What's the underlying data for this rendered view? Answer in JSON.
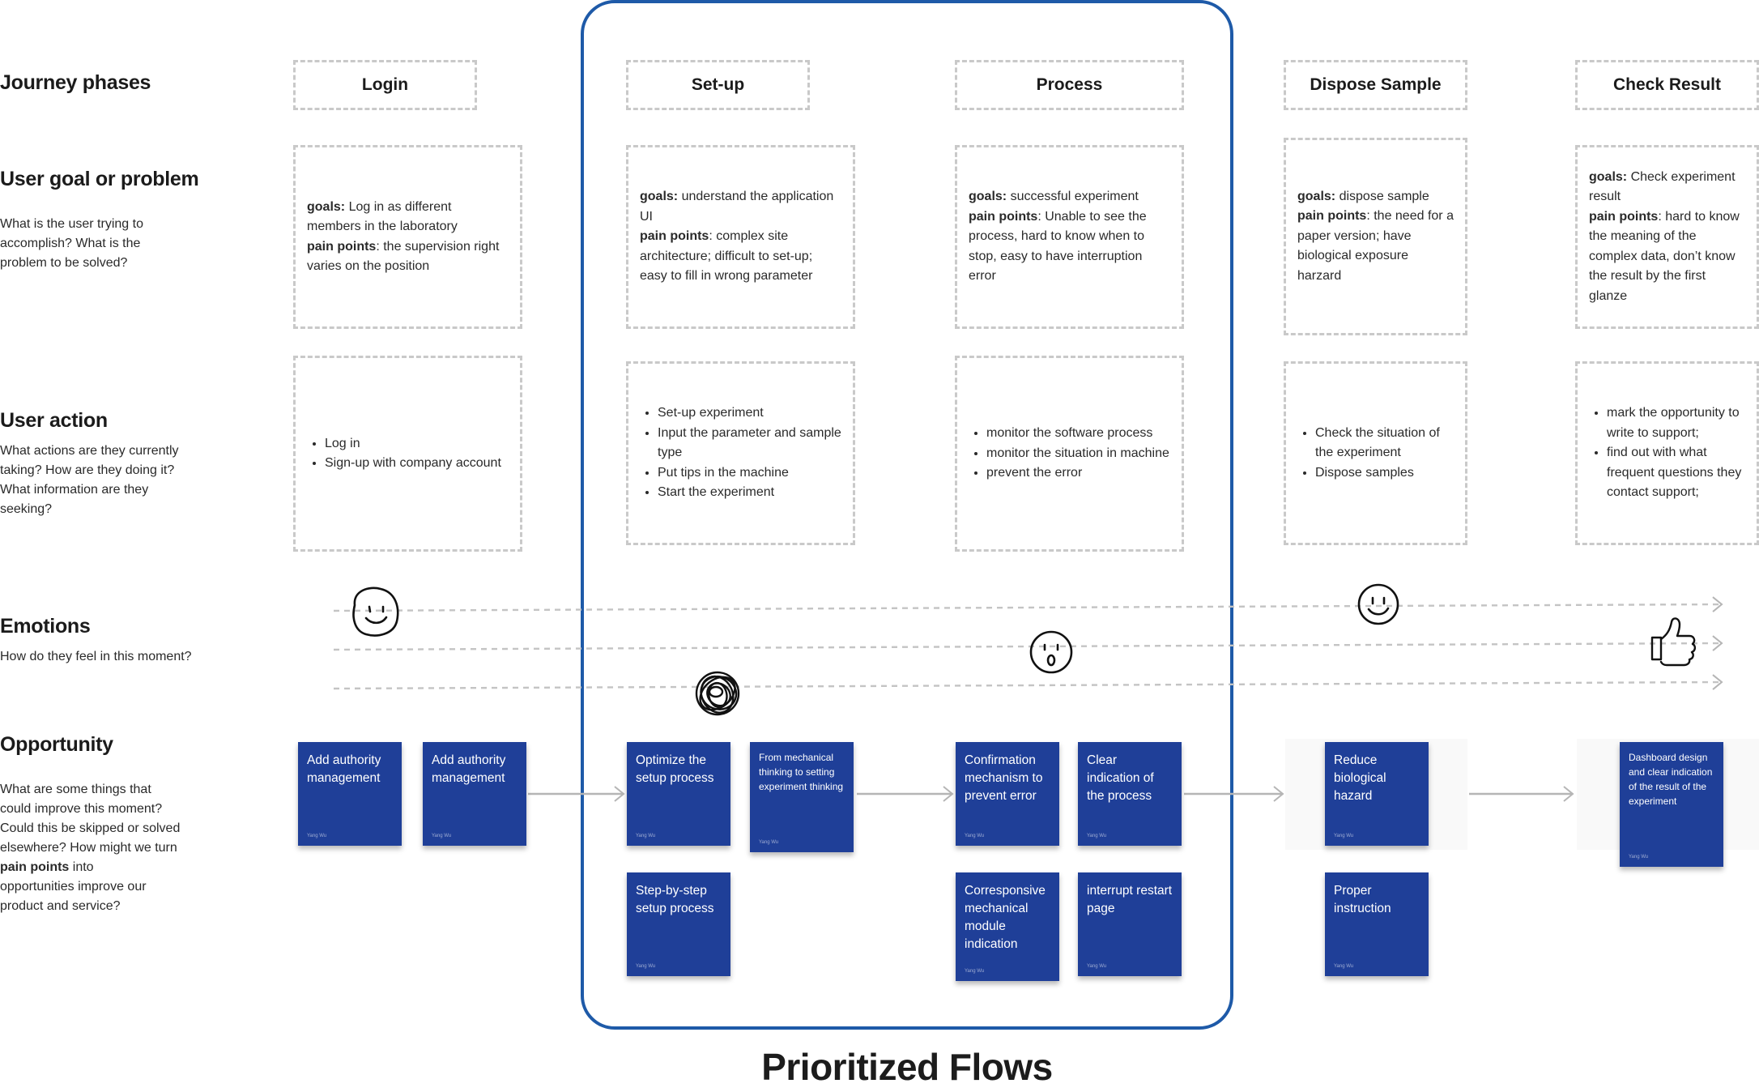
{
  "rows": [
    {
      "title": "Journey phases",
      "desc": []
    },
    {
      "title": "User goal or problem",
      "desc": [
        "What is the user trying to",
        "accomplish? What is the",
        "problem to be solved?"
      ]
    },
    {
      "title": "User action",
      "desc": [
        "What actions are they currently",
        "taking? How are they doing it?",
        "What information are they",
        "seeking?"
      ]
    },
    {
      "title": "Emotions",
      "desc": [
        "How do they feel in this moment?"
      ]
    },
    {
      "title": "Opportunity",
      "desc": [
        "What are some things that",
        "could improve this moment?",
        "Could this be skipped or solved",
        "elsewhere? How might we turn"
      ],
      "desc_bold": "pain points",
      "desc_after_bold": " into",
      "desc_tail": [
        "opportunities improve our",
        "product and service?"
      ]
    }
  ],
  "phases": [
    {
      "name": "Login",
      "goals": "Log in as different members in the laboratory",
      "pain_points": "the supervision right varies on the position",
      "actions": [
        "Log in",
        "Sign-up with company account"
      ]
    },
    {
      "name": "Set-up",
      "goals": "understand the application UI",
      "pain_points": "complex site architecture; difficult to set-up; easy to fill in wrong parameter",
      "actions": [
        "Set-up experiment",
        "Input the parameter and sample type",
        "Put tips in the machine",
        "Start the experiment"
      ]
    },
    {
      "name": "Process",
      "goals": "successful experiment",
      "pain_points": "Unable to see the process, hard to know when to stop, easy to have interruption error",
      "actions": [
        "monitor the software process",
        "monitor the situation in machine",
        "prevent the error"
      ]
    },
    {
      "name": "Dispose Sample",
      "goals": "dispose sample",
      "pain_points": "the need for a paper version; have biological exposure harzard",
      "actions": [
        "Check the situation of the experiment",
        "Dispose samples"
      ]
    },
    {
      "name": "Check Result",
      "goals": "Check experiment result",
      "pain_points": "hard to know the meaning of the complex data, don’t know the result by the first glanze",
      "actions": [
        "mark the opportunity to write to support;",
        "find out with what frequent questions they contact support;"
      ]
    }
  ],
  "labels": {
    "goals": "goals:",
    "pain_points": "pain points"
  },
  "stickies": [
    {
      "text": "Add authority management",
      "author": "Yang Wu"
    },
    {
      "text": "Add authority management",
      "author": "Yang Wu"
    },
    {
      "text": "Optimize the setup process",
      "author": "Yang Wu"
    },
    {
      "text": "From mechanical thinking to setting experiment thinking",
      "author": "Yang Wu"
    },
    {
      "text": "Step-by-step setup process",
      "author": "Yang Wu"
    },
    {
      "text": "Confirmation mechanism to prevent error",
      "author": "Yang Wu"
    },
    {
      "text": "Clear indication of the process",
      "author": "Yang Wu"
    },
    {
      "text": "Corresponsive mechanical module indication",
      "author": "Yang Wu"
    },
    {
      "text": "interrupt restart page",
      "author": "Yang Wu"
    },
    {
      "text": "Reduce biological hazard",
      "author": "Yang Wu"
    },
    {
      "text": "Proper instruction",
      "author": "Yang Wu"
    },
    {
      "text": "Dashboard design and clear indication of the result of the experiment",
      "author": "Yang Wu"
    }
  ],
  "emotions": [
    {
      "phase": "Login",
      "icon": "smiling-face-icon",
      "level": "top"
    },
    {
      "phase": "Set-up",
      "icon": "scribble-frustrated-icon",
      "level": "bottom"
    },
    {
      "phase": "Process",
      "icon": "surprised-face-icon",
      "level": "middle"
    },
    {
      "phase": "Dispose Sample",
      "icon": "smiling-face-icon",
      "level": "top"
    },
    {
      "phase": "Check Result",
      "icon": "thumbs-up-icon",
      "level": "middle"
    }
  ],
  "highlight": {
    "label": "Prioritized Flows",
    "color": "#1e5aa8"
  },
  "colors": {
    "sticky": "#1f3f98",
    "dashed_border": "#c9c9c9",
    "arrow": "#b5b5b5"
  }
}
